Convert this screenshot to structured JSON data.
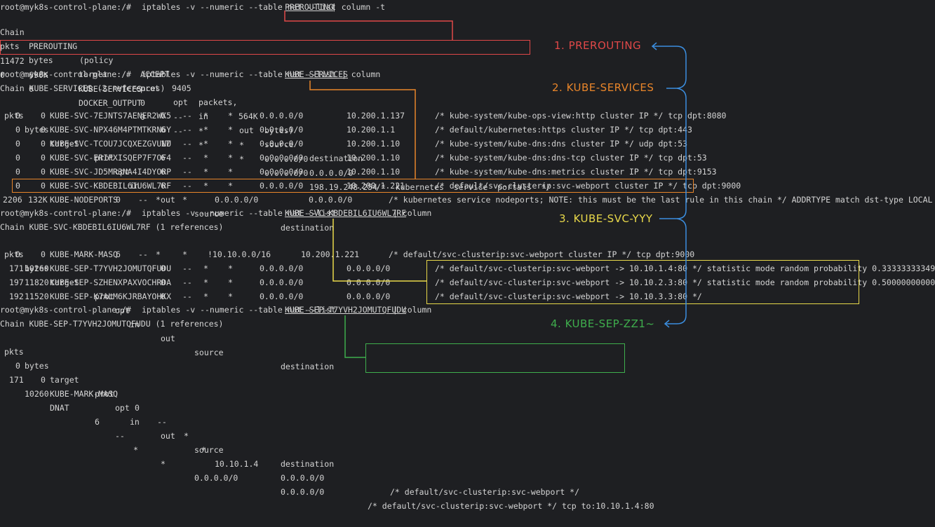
{
  "colors": {
    "red": "#e04848",
    "orange": "#e8852a",
    "yellow": "#e8d84a",
    "green": "#3fae4d",
    "blue": "#3b8ee0"
  },
  "block1": {
    "cmd": {
      "prompt": "root@myk8s-control-plane:/# ",
      "pre": "iptables -v --numeric --table nat --list ",
      "chain": "PREROUTING",
      "post": " | column -t"
    },
    "chain_line": {
      "c0": "Chain",
      "c1": "PREROUTING",
      "c2": "(policy",
      "c3": "ACCEPT",
      "c4": "9405",
      "c5": "packets,",
      "c6": "564K",
      "c7": "bytes)"
    },
    "headers": [
      "pkts",
      "bytes",
      "target",
      "prot",
      "opt",
      "in",
      "out",
      "source",
      "destination"
    ],
    "rows": [
      [
        "11472",
        "690K",
        "KUBE-SERVICES",
        "0",
        "--",
        "*",
        "*",
        "0.0.0.0/0",
        "0.0.0.0/0",
        "/*  kubernetes  service  portals  */"
      ],
      [
        "0",
        "0",
        "DOCKER_OUTPUT",
        "0",
        "--",
        "*",
        "*",
        "0.0.0.0/0",
        "198.19.248.254",
        ""
      ]
    ]
  },
  "block2": {
    "cmd": {
      "prompt": "root@myk8s-control-plane:/# ",
      "pre": "iptables -v --numeric --table nat --list ",
      "chain": "KUBE-SERVICES",
      "post": " | column"
    },
    "chain_line": "Chain KUBE-SERVICES (2 references)",
    "headers": [
      "pkts",
      "bytes",
      "target",
      "prot",
      "opt",
      "in",
      "out",
      "source",
      "destination"
    ],
    "rows": [
      [
        "0",
        "0",
        "KUBE-SVC-7EJNTS7AENER2WX5",
        "6",
        "--",
        "*",
        "*",
        "0.0.0.0/0",
        "10.200.1.137",
        "/* kube-system/kube-ops-view:http cluster IP */ tcp dpt:8080"
      ],
      [
        "0",
        "0",
        "KUBE-SVC-NPX46M4PTMTKRN6Y",
        "6",
        "--",
        "*",
        "*",
        "0.0.0.0/0",
        "10.200.1.1",
        "/* default/kubernetes:https cluster IP */ tcp dpt:443"
      ],
      [
        "0",
        "0",
        "KUBE-SVC-TCOU7JCQXEZGVUNU",
        "17",
        "--",
        "*",
        "*",
        "0.0.0.0/0",
        "10.200.1.10",
        "/* kube-system/kube-dns:dns cluster IP */ udp dpt:53"
      ],
      [
        "0",
        "0",
        "KUBE-SVC-ERIFXISQEP7F7OF4",
        "6",
        "--",
        "*",
        "*",
        "0.0.0.0/0",
        "10.200.1.10",
        "/* kube-system/kube-dns:dns-tcp cluster IP */ tcp dpt:53"
      ],
      [
        "0",
        "0",
        "KUBE-SVC-JD5MR3NA4I4DYORP",
        "6",
        "--",
        "*",
        "*",
        "0.0.0.0/0",
        "10.200.1.10",
        "/* kube-system/kube-dns:metrics cluster IP */ tcp dpt:9153"
      ],
      [
        "0",
        "0",
        "KUBE-SVC-KBDEBIL6IU6WL7RF",
        "6",
        "--",
        "*",
        "*",
        "0.0.0.0/0",
        "10.200.1.221",
        "/* default/svc-clusterip:svc-webport cluster IP */ tcp dpt:9000"
      ],
      [
        "2206",
        "132K",
        "KUBE-NODEPORTS",
        "0",
        "--",
        "*",
        "*",
        "0.0.0.0/0",
        "0.0.0.0/0",
        "/* kubernetes service nodeports; NOTE: this must be the last rule in this chain */ ADDRTYPE match dst-type LOCAL"
      ]
    ]
  },
  "block3": {
    "cmd": {
      "prompt": "root@myk8s-control-plane:/# ",
      "pre": "iptables -v --numeric --table nat --list ",
      "chain": "KUBE-SVC-KBDEBIL6IU6WL7RF",
      "post": " | column"
    },
    "chain_line": "Chain KUBE-SVC-KBDEBIL6IU6WL7RF (1 references)",
    "headers": [
      "pkts",
      "bytes",
      "target",
      "prot",
      "opt",
      "in",
      "out",
      "source",
      "destination"
    ],
    "rows": [
      [
        "0",
        "0",
        "KUBE-MARK-MASQ",
        "6",
        "--",
        "*",
        "*",
        "!10.10.0.0/16",
        "10.200.1.221",
        "/* default/svc-clusterip:svc-webport cluster IP */ tcp dpt:9000"
      ],
      [
        "171",
        "10260",
        "KUBE-SEP-T7YVH2JOMUTQFUDU",
        "0",
        "--",
        "*",
        "*",
        "0.0.0.0/0",
        "0.0.0.0/0",
        "/* default/svc-clusterip:svc-webport -> 10.10.1.4:80 */ statistic mode random probability 0.33333333349"
      ],
      [
        "197",
        "11820",
        "KUBE-SEP-SZHENXPAXVOCHRDA",
        "0",
        "--",
        "*",
        "*",
        "0.0.0.0/0",
        "0.0.0.0/0",
        "/* default/svc-clusterip:svc-webport -> 10.10.2.3:80 */ statistic mode random probability 0.50000000000"
      ],
      [
        "192",
        "11520",
        "KUBE-SEP-K7ALM6KJRBAYOHKX",
        "0",
        "--",
        "*",
        "*",
        "0.0.0.0/0",
        "0.0.0.0/0",
        "/* default/svc-clusterip:svc-webport -> 10.10.3.3:80 */"
      ]
    ]
  },
  "block4": {
    "cmd": {
      "prompt": "root@myk8s-control-plane:/# ",
      "pre": "iptables -v --numeric --table nat --list ",
      "chain": "KUBE-SEP-T7YVH2JOMUTQFUDU",
      "post": " | column"
    },
    "chain_line": "Chain KUBE-SEP-T7YVH2JOMUTQFUDU (1 references)",
    "headers": [
      "pkts",
      "bytes",
      "target",
      "prot",
      "opt",
      "in",
      "out",
      "source",
      "destination"
    ],
    "rows": [
      [
        "0",
        "0",
        "KUBE-MARK-MASQ",
        "0",
        "--",
        "*",
        "*",
        "10.10.1.4",
        "0.0.0.0/0",
        "/* default/svc-clusterip:svc-webport */"
      ],
      [
        "171",
        "10260",
        "DNAT",
        "6",
        "--",
        "*",
        "*",
        "0.0.0.0/0",
        "0.0.0.0/0",
        "/* default/svc-clusterip:svc-webport */ tcp to:10.10.1.4:80"
      ]
    ]
  },
  "annotations": [
    "1. PREROUTING",
    "2. KUBE-SERVICES",
    "3. KUBE-SVC-YYY",
    "4. KUBE-SEP-ZZ1~"
  ]
}
